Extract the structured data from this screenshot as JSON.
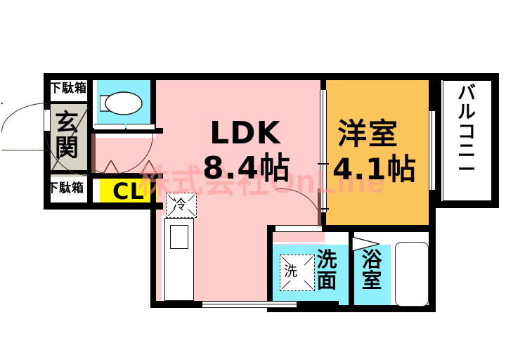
{
  "document": {
    "type": "floor-plan",
    "layout_name": "1LDK",
    "watermark": "株式会社OnLine"
  },
  "palette": {
    "ldk": "#FFCCCC",
    "bedroom": "#FBC55B",
    "wet_area": "#8FF0FB",
    "closet": "#FFF500",
    "entrance": "#D6D2C4",
    "wall": "#000000",
    "background": "#FFFFFF",
    "door_arc": "#4A2B24"
  },
  "rooms": {
    "ldk": {
      "name": "LDK",
      "size": "8.4帖"
    },
    "bedroom": {
      "name": "洋室",
      "size": "4.1帖"
    },
    "entrance": {
      "name": "玄関"
    },
    "shoe_box_upper": {
      "name": "下駄箱"
    },
    "shoe_box_lower": {
      "name": "下駄箱"
    },
    "closet": {
      "name": "CL"
    },
    "washroom": {
      "name": "洗面"
    },
    "washer_space": {
      "name": "洗"
    },
    "bathroom": {
      "name": "浴室"
    },
    "refrigerator": {
      "name": "冷"
    },
    "balcony": {
      "name": "バルコニー"
    },
    "toilet": {
      "name": ""
    }
  }
}
